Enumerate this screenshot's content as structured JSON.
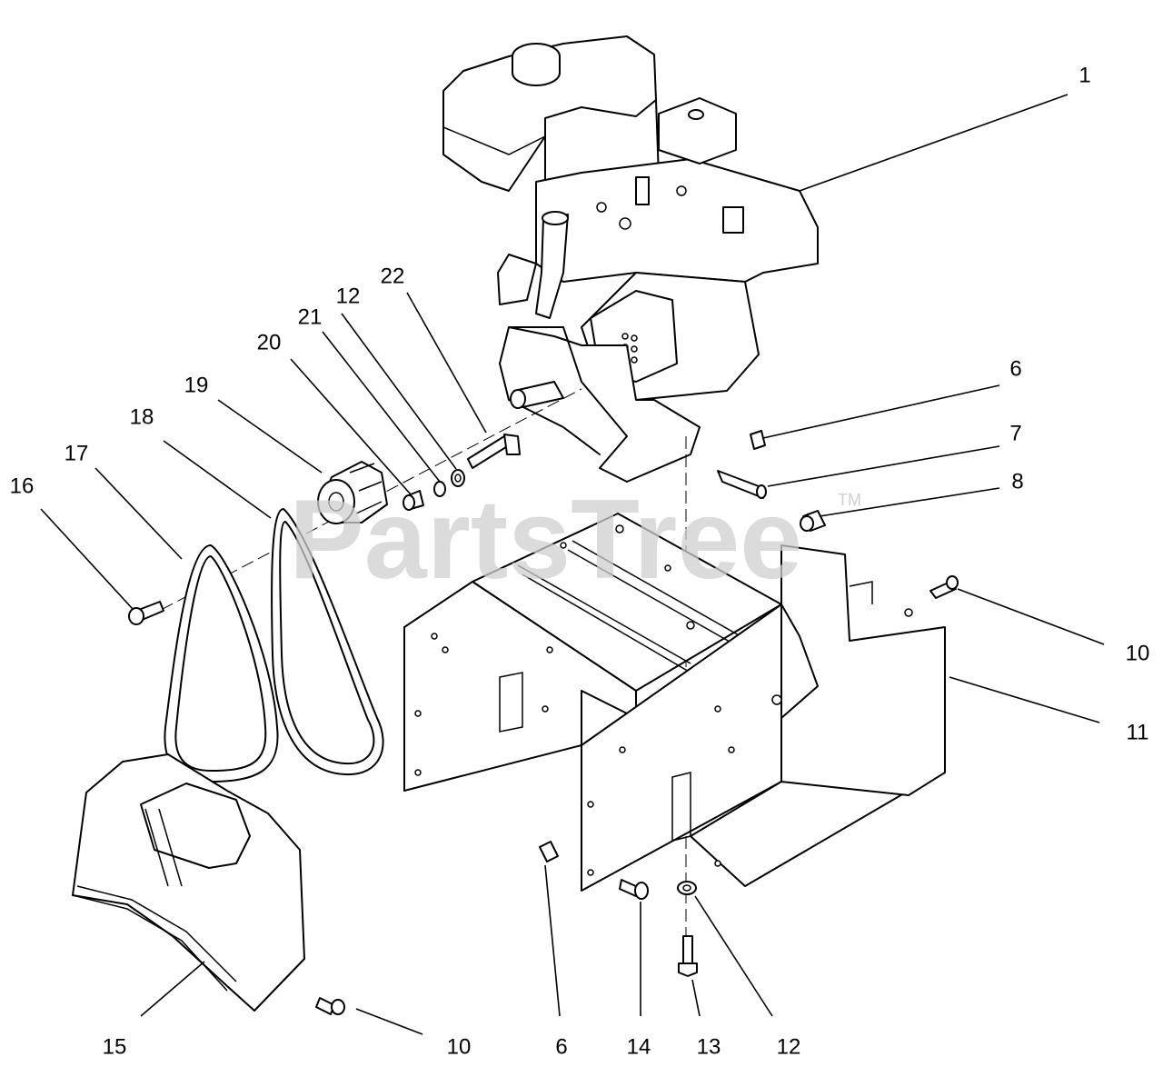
{
  "watermark": {
    "brand": "PartsTree",
    "mark": "TM"
  },
  "callouts": [
    {
      "id": "c1",
      "text": "1"
    },
    {
      "id": "c6a",
      "text": "6"
    },
    {
      "id": "c7",
      "text": "7"
    },
    {
      "id": "c8",
      "text": "8"
    },
    {
      "id": "c10a",
      "text": "10"
    },
    {
      "id": "c11",
      "text": "11"
    },
    {
      "id": "c22",
      "text": "22"
    },
    {
      "id": "c12a",
      "text": "12"
    },
    {
      "id": "c21",
      "text": "21"
    },
    {
      "id": "c20",
      "text": "20"
    },
    {
      "id": "c19",
      "text": "19"
    },
    {
      "id": "c18",
      "text": "18"
    },
    {
      "id": "c17",
      "text": "17"
    },
    {
      "id": "c16",
      "text": "16"
    },
    {
      "id": "c15",
      "text": "15"
    },
    {
      "id": "c10b",
      "text": "10"
    },
    {
      "id": "c6b",
      "text": "6"
    },
    {
      "id": "c14",
      "text": "14"
    },
    {
      "id": "c13",
      "text": "13"
    },
    {
      "id": "c12b",
      "text": "12"
    }
  ]
}
